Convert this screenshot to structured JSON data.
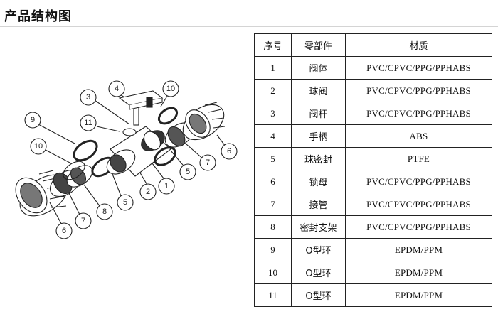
{
  "title": "产品结构图",
  "table": {
    "headers": [
      "序号",
      "零部件",
      "材质"
    ],
    "rows": [
      [
        "1",
        "阀体",
        "PVC/CPVC/PPG/PPHABS"
      ],
      [
        "2",
        "球阀",
        "PVC/CPVC/PPG/PPHABS"
      ],
      [
        "3",
        "阀杆",
        "PVC/CPVC/PPG/PPHABS"
      ],
      [
        "4",
        "手柄",
        "ABS"
      ],
      [
        "5",
        "球密封",
        "PTFE"
      ],
      [
        "6",
        "锁母",
        "PVC/CPVC/PPG/PPHABS"
      ],
      [
        "7",
        "接管",
        "PVC/CPVC/PPG/PPHABS"
      ],
      [
        "8",
        "密封支架",
        "PVC/CPVC/PPG/PPHABS"
      ],
      [
        "9",
        "O型环",
        "EPDM/PPM"
      ],
      [
        "10",
        "O型环",
        "EPDM/PPM"
      ],
      [
        "11",
        "O型环",
        "EPDM/PPM"
      ]
    ]
  },
  "diagram": {
    "callouts": [
      "1",
      "2",
      "3",
      "4",
      "5",
      "5",
      "6",
      "6",
      "7",
      "7",
      "8",
      "9",
      "10",
      "10",
      "11"
    ]
  }
}
